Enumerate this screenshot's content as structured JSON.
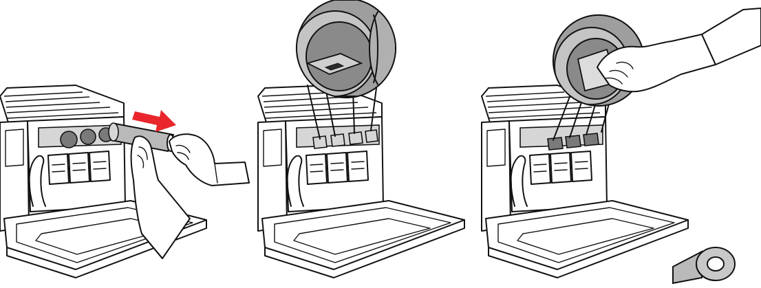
{
  "figure": {
    "panels": [
      {
        "id": "panel-1",
        "icons": [
          "printer-front-open-icon",
          "toner-cartridge-icon",
          "hand-icon",
          "pull-arrow-icon"
        ]
      },
      {
        "id": "panel-2",
        "icons": [
          "printer-front-open-icon",
          "toner-slot-detail-icon"
        ]
      },
      {
        "id": "panel-3",
        "icons": [
          "printer-front-open-icon",
          "cleaning-hand-icon",
          "tape-roll-icon"
        ]
      }
    ],
    "colors": {
      "arrow": "#e8262c",
      "line": "#111111",
      "shade": "#b9b9b9",
      "background": "#ffffff"
    }
  }
}
